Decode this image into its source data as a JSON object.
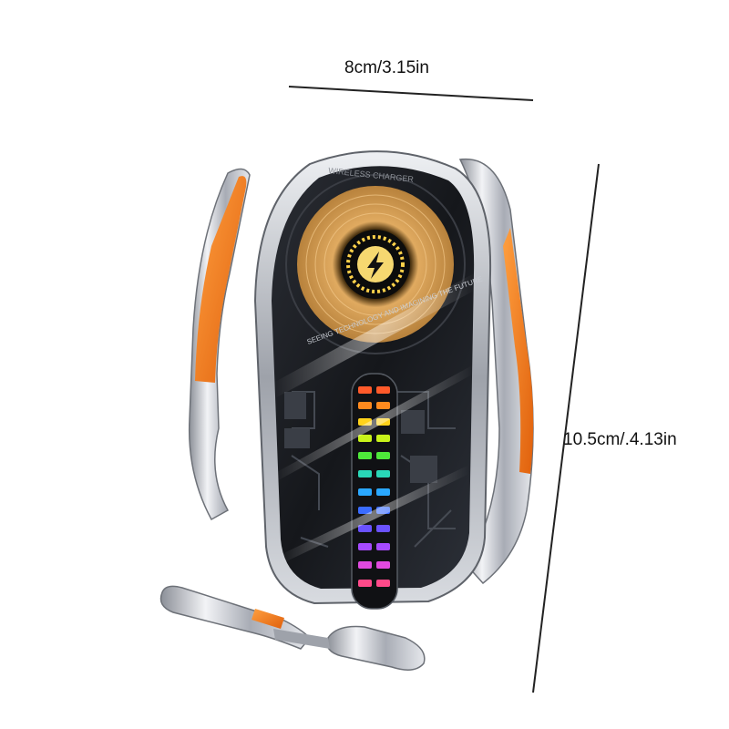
{
  "dimensions": {
    "width_label": "8cm/3.15in",
    "height_label": "10.5cm/.4.13in"
  },
  "product": {
    "name": "wireless-charger-car-mount",
    "ring_text_top": "WIRELESS CHARGER",
    "ring_text_bottom": "SEEING TECHNOLOGY AND IMAGINING THE FUTURE",
    "charge_icon": "lightning-bolt-icon",
    "colors": {
      "accent_orange": "#f07a1a",
      "coil_gold": "#d9a25a",
      "body_silver": "#c9ccd3",
      "glass_dark": "#1d1f24"
    }
  }
}
